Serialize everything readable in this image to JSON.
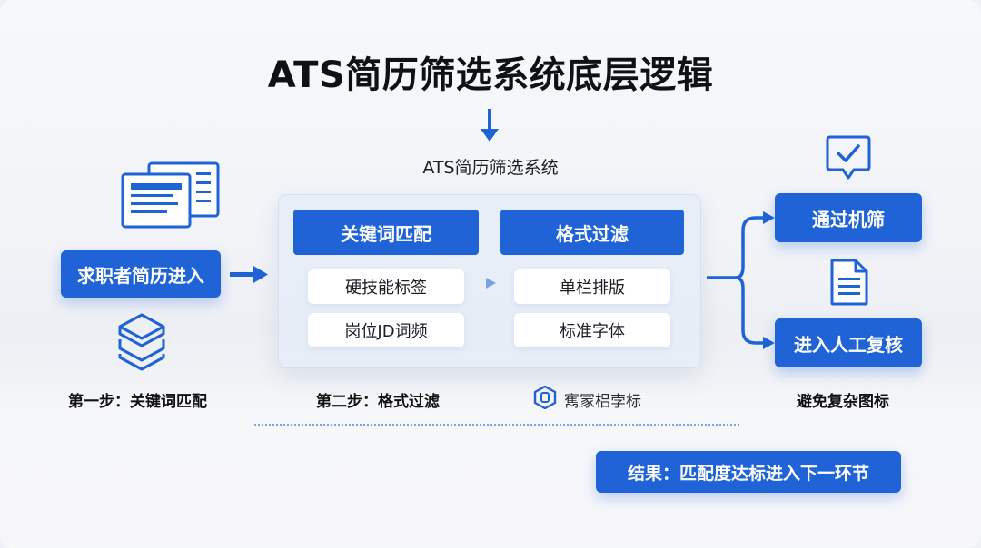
{
  "title": "ATS简历筛选系统底层逻辑",
  "system_label": "ATS简历筛选系统",
  "input_button": "求职者简历进入",
  "columns": [
    {
      "header": "关键词匹配",
      "items": [
        "硬技能标签",
        "岗位JD词频"
      ]
    },
    {
      "header": "格式过滤",
      "items": [
        "单栏排版",
        "标准字体"
      ]
    }
  ],
  "outputs": {
    "pass": "通过机筛",
    "manual": "进入人工复核"
  },
  "captions": {
    "step1": "第一步：关键词匹配",
    "step2": "第二步：格式过滤",
    "step3": "寯冡梠孛标",
    "right": "避免复杂图标"
  },
  "result": "结果：匹配度达标进入下一环节",
  "colors": {
    "accent": "#1f63d6",
    "panel": "#e4ecf8",
    "text": "#0f1115"
  },
  "icons": [
    "document-stack-icon",
    "layers-icon",
    "chat-check-icon",
    "document-lines-icon",
    "badge-icon",
    "arrow-down-icon",
    "arrow-right-icon",
    "branch-arrow-icon"
  ]
}
